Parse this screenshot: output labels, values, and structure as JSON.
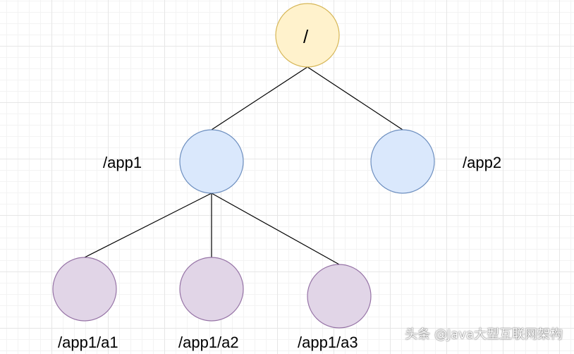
{
  "nodes": {
    "root": {
      "label": "/",
      "fill": "#fff2cc",
      "stroke": "#d6b656"
    },
    "app1": {
      "label": "/app1",
      "fill": "#dae8fc",
      "stroke": "#6c8ebf"
    },
    "app2": {
      "label": "/app2",
      "fill": "#dae8fc",
      "stroke": "#6c8ebf"
    },
    "a1": {
      "label": "/app1/a1",
      "fill": "#e1d5e7",
      "stroke": "#9673a6"
    },
    "a2": {
      "label": "/app1/a2",
      "fill": "#e1d5e7",
      "stroke": "#9673a6"
    },
    "a3": {
      "label": "/app1/a3",
      "fill": "#e1d5e7",
      "stroke": "#9673a6"
    }
  },
  "edges": [
    {
      "from": "root",
      "to": "app1"
    },
    {
      "from": "root",
      "to": "app2"
    },
    {
      "from": "app1",
      "to": "a1"
    },
    {
      "from": "app1",
      "to": "a2"
    },
    {
      "from": "app1",
      "to": "a3"
    }
  ],
  "watermark": "头条 @Java大型互联网架构"
}
